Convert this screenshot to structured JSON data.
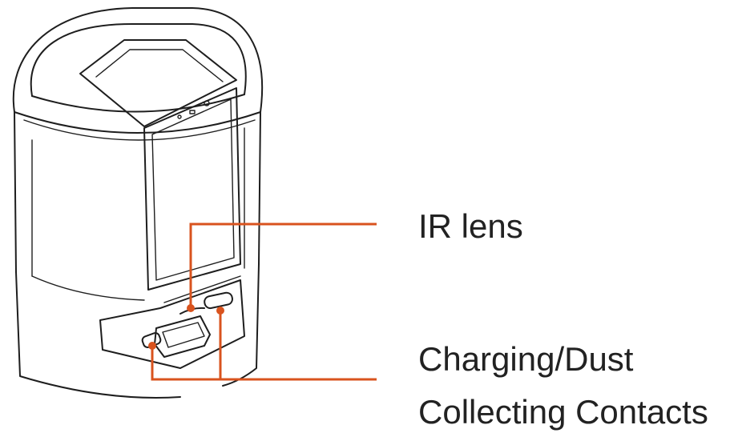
{
  "callouts": {
    "ir_lens": "IR lens",
    "contacts_line1": "Charging/Dust",
    "contacts_line2": "Collecting Contacts"
  },
  "colors": {
    "callout": "#d9531e",
    "outline": "#1e1e1e",
    "text": "#222222",
    "background": "#ffffff"
  }
}
